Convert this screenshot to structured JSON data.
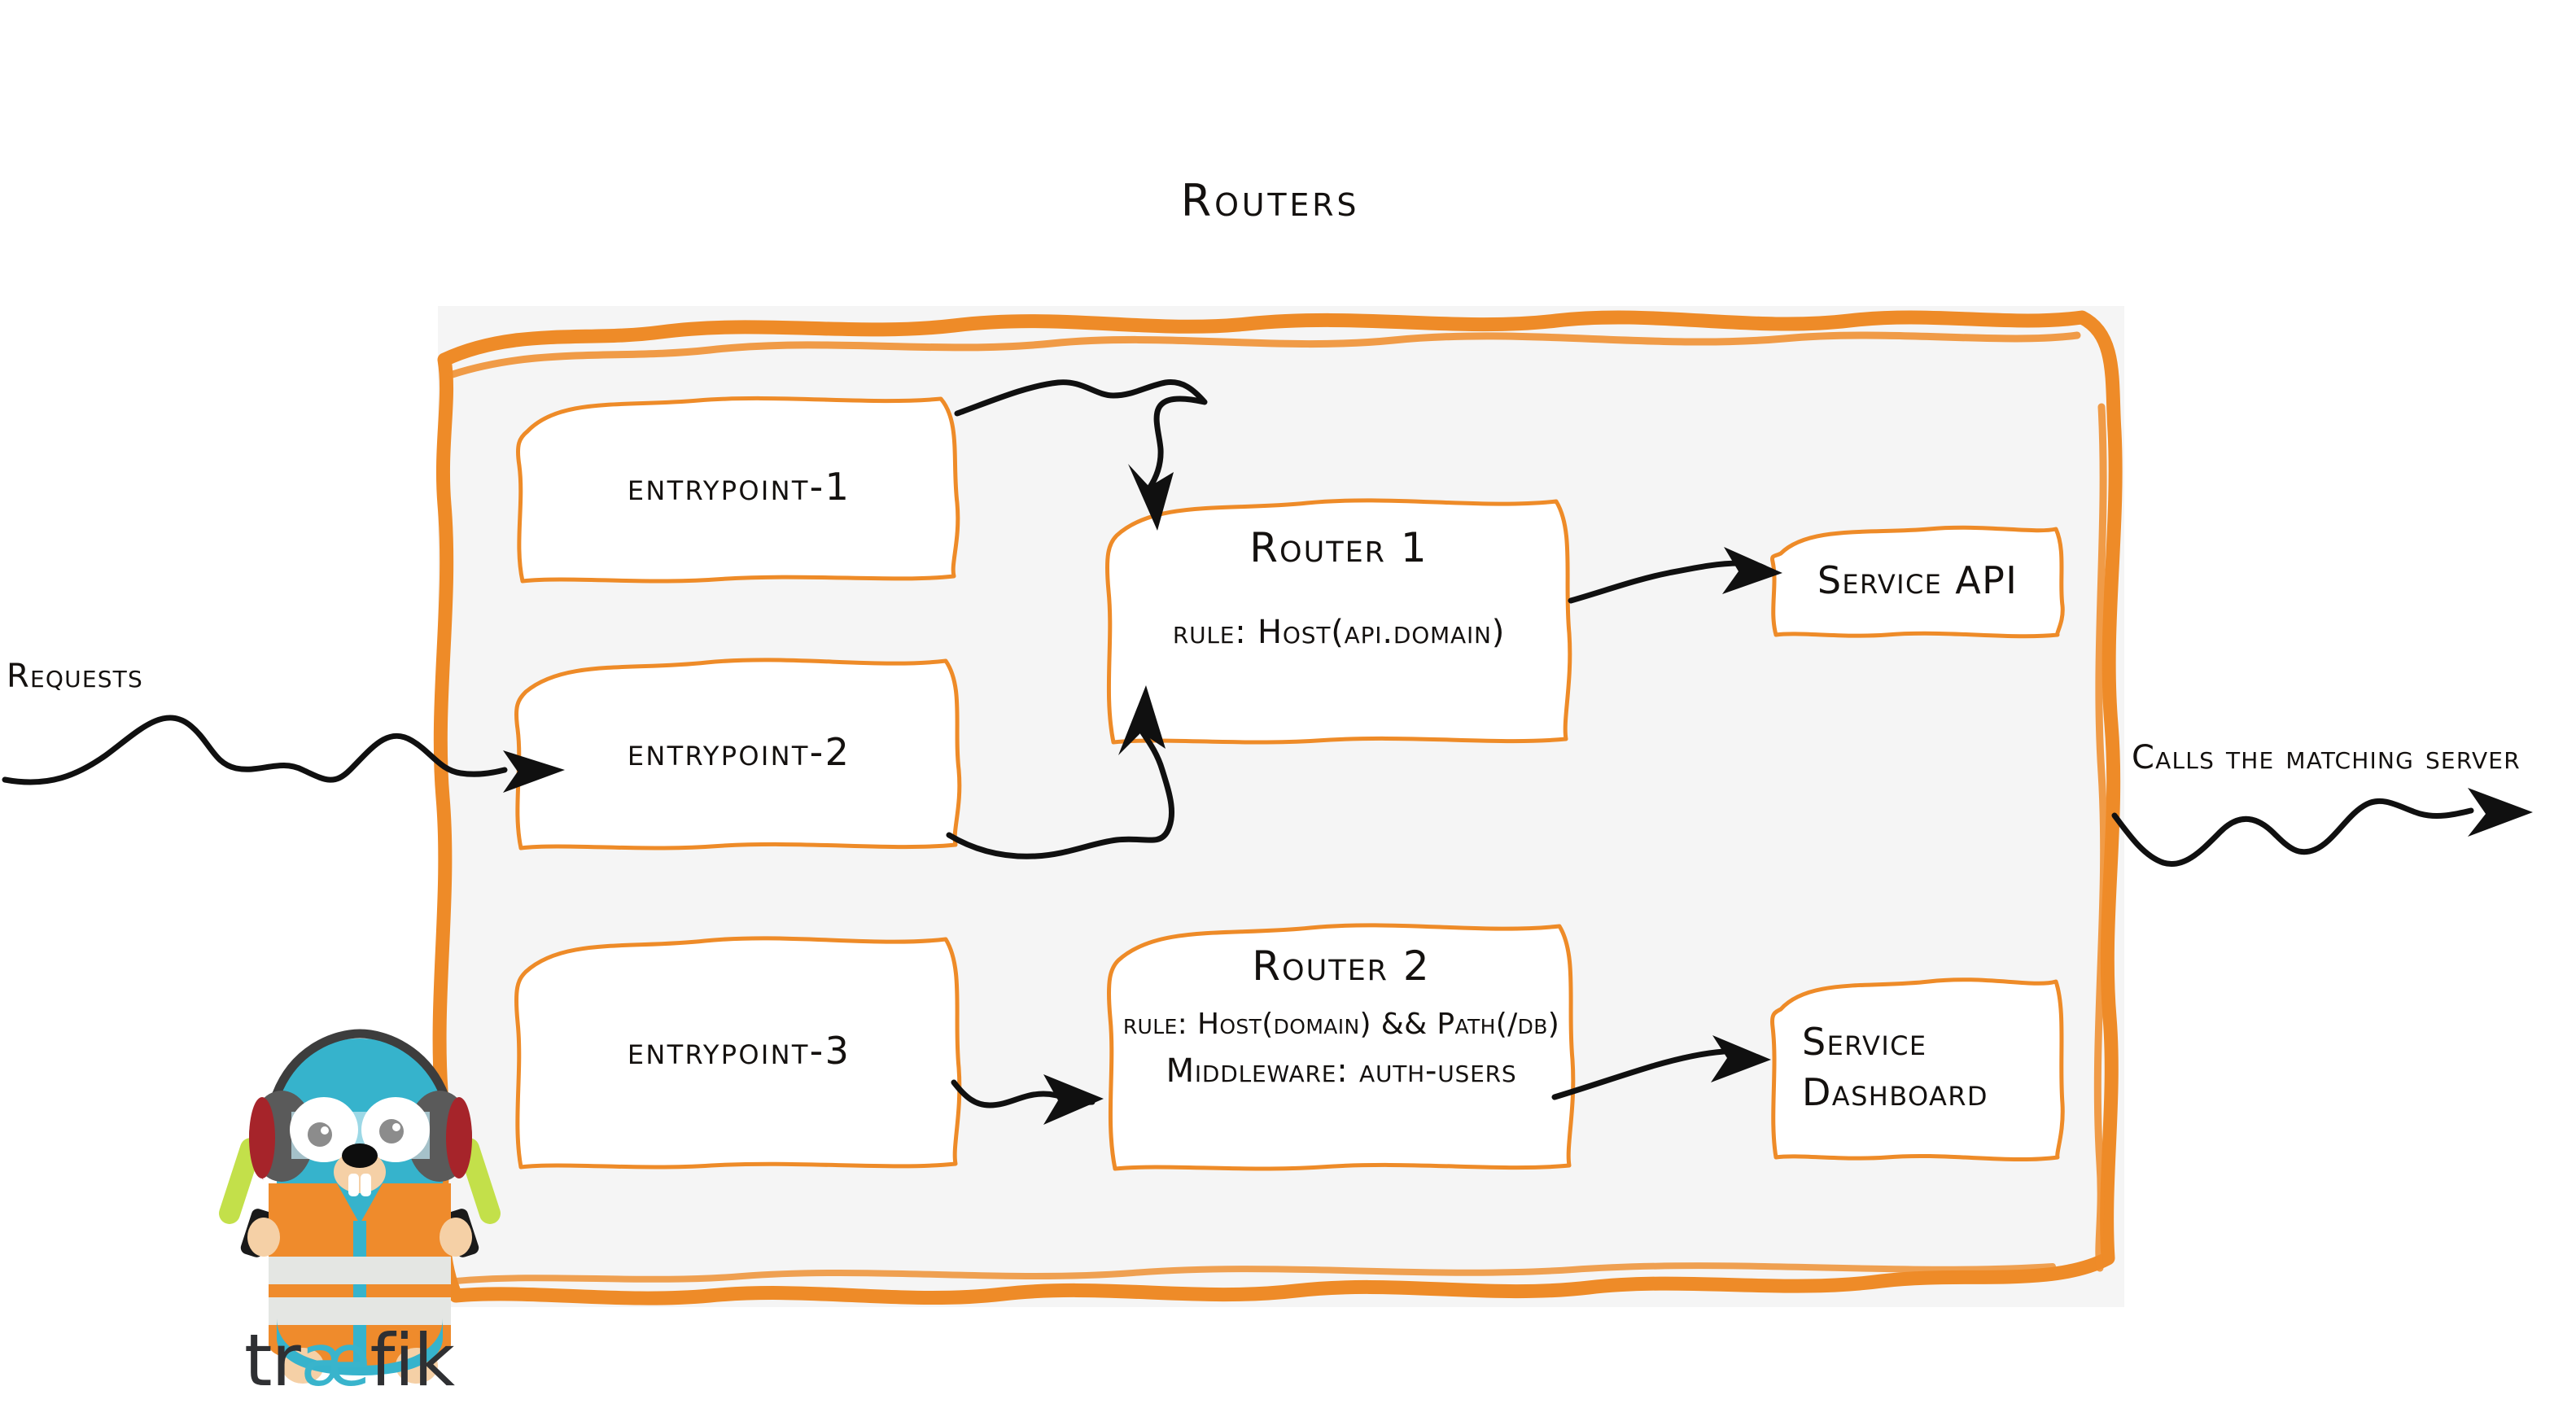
{
  "title": "Routers",
  "colors": {
    "brand_orange": "#ee8b28",
    "panel_fill": "#f5f5f5",
    "ink": "#14110f",
    "traefik_cyan": "#36b3cc",
    "vest_orange": "#ef8b2c",
    "wand_green": "#c3e04a"
  },
  "captions": {
    "requests": "Requests",
    "calls": "Calls the matching server"
  },
  "entrypoints": [
    {
      "label": "entrypoint-1"
    },
    {
      "label": "entrypoint-2"
    },
    {
      "label": "entrypoint-3"
    }
  ],
  "routers": [
    {
      "name": "Router 1",
      "rule": "rule: Host(api.domain)",
      "middleware": ""
    },
    {
      "name": "Router 2",
      "rule": "rule: Host(domain) && Path(/db)",
      "middleware": "Middleware: auth-users"
    }
  ],
  "services": [
    {
      "line1": "Service API",
      "line2": ""
    },
    {
      "line1": "Service",
      "line2": "Dashboard"
    }
  ],
  "logo": {
    "word_part1": "tr",
    "word_ae": "æ",
    "word_part2": "fik",
    "mascot": "traefik-gopher"
  }
}
